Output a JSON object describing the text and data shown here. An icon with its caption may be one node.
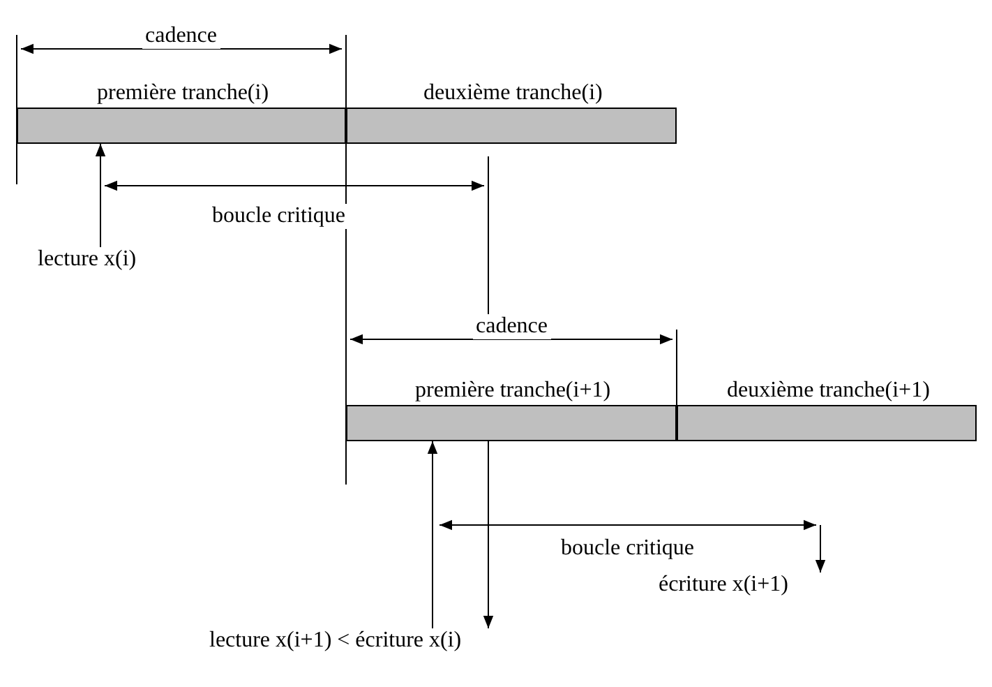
{
  "diagram": {
    "nodes": [
      {
        "text": [
          "première tranche(i)"
        ]
      },
      {
        "text": [
          "deuxième tranche(i)"
        ]
      },
      {
        "text": [
          "première tranche(i+1)"
        ]
      },
      {
        "text": [
          "deuxième tranche(i+1)"
        ]
      },
      {
        "text": [
          "lecture x(i)"
        ]
      },
      {
        "text": [
          "écriture x(i+1)"
        ]
      },
      {
        "text": [
          "lecture x(i+1) < écriture x(i)"
        ]
      }
    ],
    "edges": [
      {
        "from": 4,
        "to": 0,
        "arrow": "to"
      },
      {
        "from": 2,
        "to": 6,
        "arrow": "to"
      },
      {
        "from": 6,
        "to": 2,
        "arrow": "to"
      },
      {
        "from": null,
        "to": 5,
        "arrow": "to"
      }
    ],
    "labels": [
      "cadence",
      "boucle critique",
      "cadence",
      "boucle critique"
    ]
  }
}
